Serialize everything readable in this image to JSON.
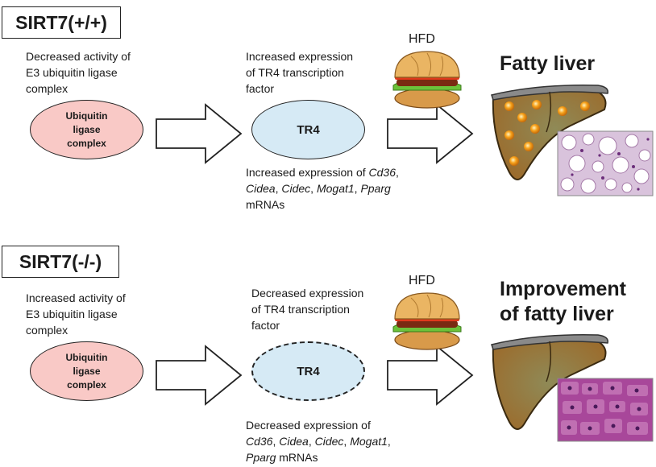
{
  "top": {
    "title": "SIRT7(+/+)",
    "left_text": [
      "Decreased activity of",
      "E3 ubiquitin ligase",
      "complex"
    ],
    "ubiquitin_label": [
      "Ubiquitin",
      "ligase",
      "complex"
    ],
    "tr4_label": "TR4",
    "tr4_text": [
      "Increased expression",
      "of TR4 transcription",
      "factor"
    ],
    "mrna_text": {
      "line1_prefix": "Increased expression of ",
      "cd36": "Cd36",
      "comma1": ",",
      "cidea": "Cidea",
      "sep1": ", ",
      "cidec": "Cidec",
      "sep2": ", ",
      "mogat1": "Mogat1",
      "sep3": ", ",
      "pparg": "Pparg",
      "line3": "mRNAs"
    },
    "hfd": "HFD",
    "result": "Fatty liver"
  },
  "bottom": {
    "title": "SIRT7(-/-)",
    "left_text": [
      "Increased activity of",
      "E3 ubiquitin ligase",
      "complex"
    ],
    "ubiquitin_label": [
      "Ubiquitin",
      "ligase",
      "complex"
    ],
    "tr4_label": "TR4",
    "tr4_text": [
      "Decreased expression",
      "of TR4 transcription",
      "factor"
    ],
    "mrna_text": {
      "line1": "Decreased expression of",
      "cd36": "Cd36",
      "sep1": ", ",
      "cidea": "Cidea",
      "sep2": ", ",
      "cidec": "Cidec",
      "sep3": ", ",
      "mogat1": "Mogat1",
      "sep4": ",",
      "pparg": "Pparg",
      "suffix": " mRNAs"
    },
    "hfd": "HFD",
    "result": [
      "Improvement",
      "of fatty liver"
    ]
  },
  "colors": {
    "ubiquitin_fill": "#f9c9c6",
    "tr4_fill": "#d6eaf5",
    "liver_fill": "#9c6a2a",
    "fat_droplet": "#f7a21b",
    "histology_fatty": "#c9a6cc",
    "histology_normal": "#a8479a"
  }
}
